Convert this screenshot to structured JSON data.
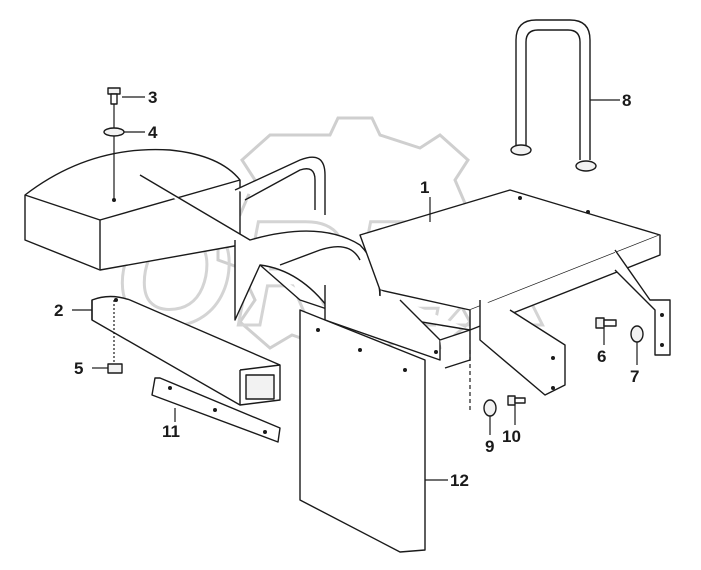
{
  "diagram": {
    "watermark": "OREX",
    "callouts": [
      "1",
      "2",
      "3",
      "4",
      "5",
      "6",
      "7",
      "8",
      "9",
      "10",
      "11",
      "12"
    ]
  }
}
